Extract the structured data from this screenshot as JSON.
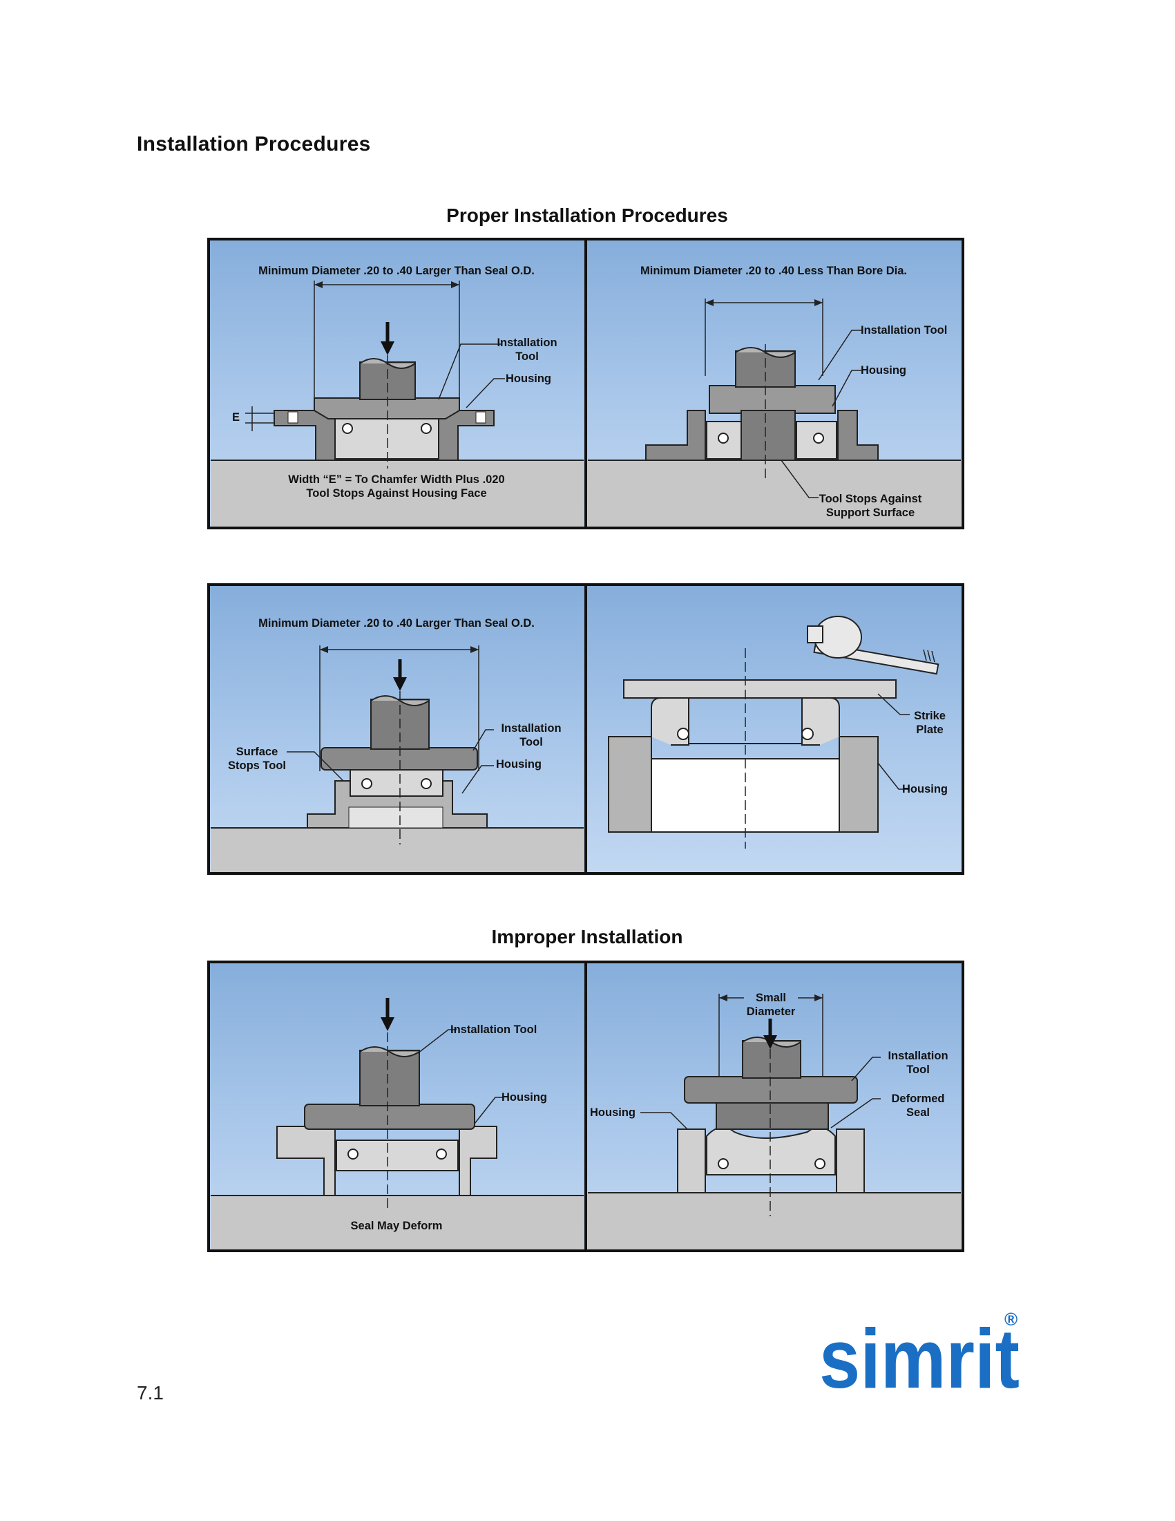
{
  "page_title": "Installation Procedures",
  "sections": {
    "proper_title": "Proper Installation Procedures",
    "improper_title": "Improper Installation"
  },
  "panels": {
    "p1": {
      "dimension": "Minimum Diameter .20 to .40 Larger Than Seal O.D.",
      "tool": "Installation Tool",
      "housing": "Housing",
      "e_mark": "E",
      "note_line1": "Width “E” = To Chamfer Width Plus .020",
      "note_line2": "Tool Stops Against Housing Face"
    },
    "p2": {
      "dimension": "Minimum Diameter .20 to .40 Less Than Bore Dia.",
      "tool": "Installation Tool",
      "housing": "Housing",
      "note_line1": "Tool Stops Against",
      "note_line2": "Support Surface"
    },
    "p3": {
      "dimension": "Minimum Diameter .20 to .40 Larger Than Seal O.D.",
      "tool": "Installation Tool",
      "housing": "Housing",
      "surface_line1": "Surface",
      "surface_line2": "Stops Tool"
    },
    "p4": {
      "strike_line1": "Strike",
      "strike_line2": "Plate",
      "housing": "Housing"
    },
    "p5": {
      "tool": "Installation Tool",
      "housing": "Housing",
      "note": "Seal May Deform"
    },
    "p6": {
      "small_line1": "Small",
      "small_line2": "Diameter",
      "tool_line1": "Installation",
      "tool_line2": "Tool",
      "deformed_line1": "Deformed",
      "deformed_line2": "Seal",
      "housing": "Housing"
    }
  },
  "page_number": "7.1",
  "logo": {
    "text": "simrit",
    "registered": "®",
    "color": "#1a6fc4"
  }
}
